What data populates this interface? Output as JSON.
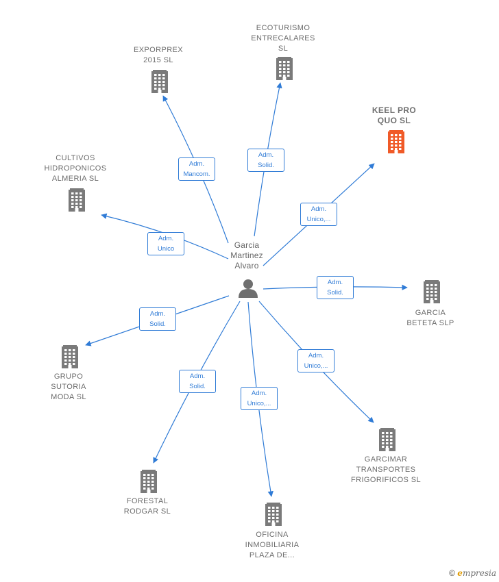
{
  "center": {
    "name": "Garcia\nMartinez\nAlvaro"
  },
  "nodes": [
    {
      "id": "exporprex",
      "name": "EXPORPREX\n2015  SL",
      "role": "Adm.\nMancom.",
      "highlight": false
    },
    {
      "id": "ecoturismo",
      "name": "ECOTURISMO\nENTRECALARES\nSL",
      "role": "Adm.\nSolid.",
      "highlight": false
    },
    {
      "id": "keel",
      "name": "KEEL PRO\nQUO  SL",
      "role": "Adm.\nUnico,...",
      "highlight": true
    },
    {
      "id": "cultivos",
      "name": "CULTIVOS\nHIDROPONICOS\nALMERIA  SL",
      "role": "Adm.\nUnico",
      "highlight": false
    },
    {
      "id": "garcia-beteta",
      "name": "GARCIA\nBETETA SLP",
      "role": "Adm.\nSolid.",
      "highlight": false
    },
    {
      "id": "grupo-sutoria",
      "name": "GRUPO\nSUTORIA\nMODA SL",
      "role": "Adm.\nSolid.",
      "highlight": false
    },
    {
      "id": "garcimar",
      "name": "GARCIMAR\nTRANSPORTES\nFRIGORIFICOS SL",
      "role": "Adm.\nUnico,...",
      "highlight": false
    },
    {
      "id": "forestal",
      "name": "FORESTAL\nRODGAR  SL",
      "role": "Adm.\nSolid.",
      "highlight": false
    },
    {
      "id": "oficina",
      "name": "OFICINA\nINMOBILIARIA\nPLAZA DE...",
      "role": "Adm.\nUnico,...",
      "highlight": false
    }
  ],
  "colors": {
    "edge": "#2f7bd6",
    "building": "#7a7a7a",
    "building_highlight": "#f05a28",
    "person": "#6f6f6f"
  },
  "icons": {
    "company": "building-icon",
    "person": "person-icon"
  },
  "footer": {
    "copyright": "©",
    "brand_initial": "e",
    "brand_rest": "mpresia"
  }
}
